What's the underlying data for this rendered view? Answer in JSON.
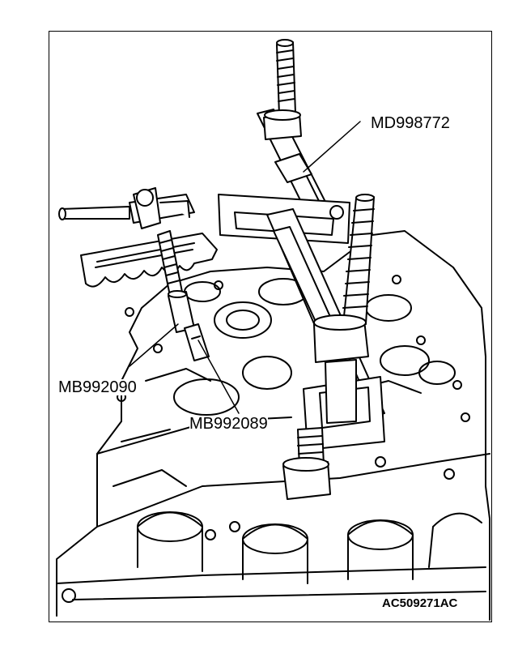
{
  "labels": {
    "md998772": "MD998772",
    "mb992090": "MB992090",
    "mb992089": "MB992089"
  },
  "figure_id": "AC509271AC"
}
